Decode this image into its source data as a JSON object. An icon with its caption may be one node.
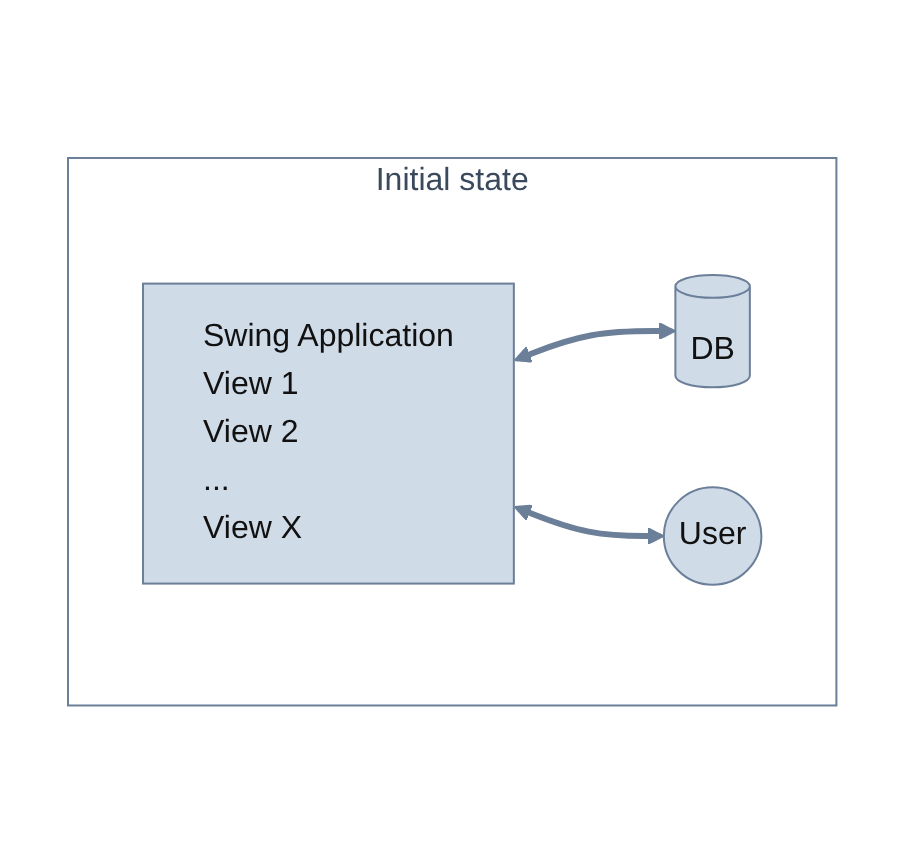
{
  "diagram": {
    "nodes": [
      {
        "text": [
          "Initial state"
        ]
      },
      {
        "text": [
          "Swing Application",
          "View 1",
          "View 2",
          "...",
          "View X"
        ],
        "in": 0
      },
      {
        "text": [
          "DB"
        ],
        "in": 0
      },
      {
        "text": [
          "User"
        ],
        "in": 0
      }
    ],
    "edges": [
      {
        "from": 1,
        "to": 2,
        "arrow": "both"
      },
      {
        "from": 1,
        "to": 3,
        "arrow": "both"
      }
    ]
  }
}
